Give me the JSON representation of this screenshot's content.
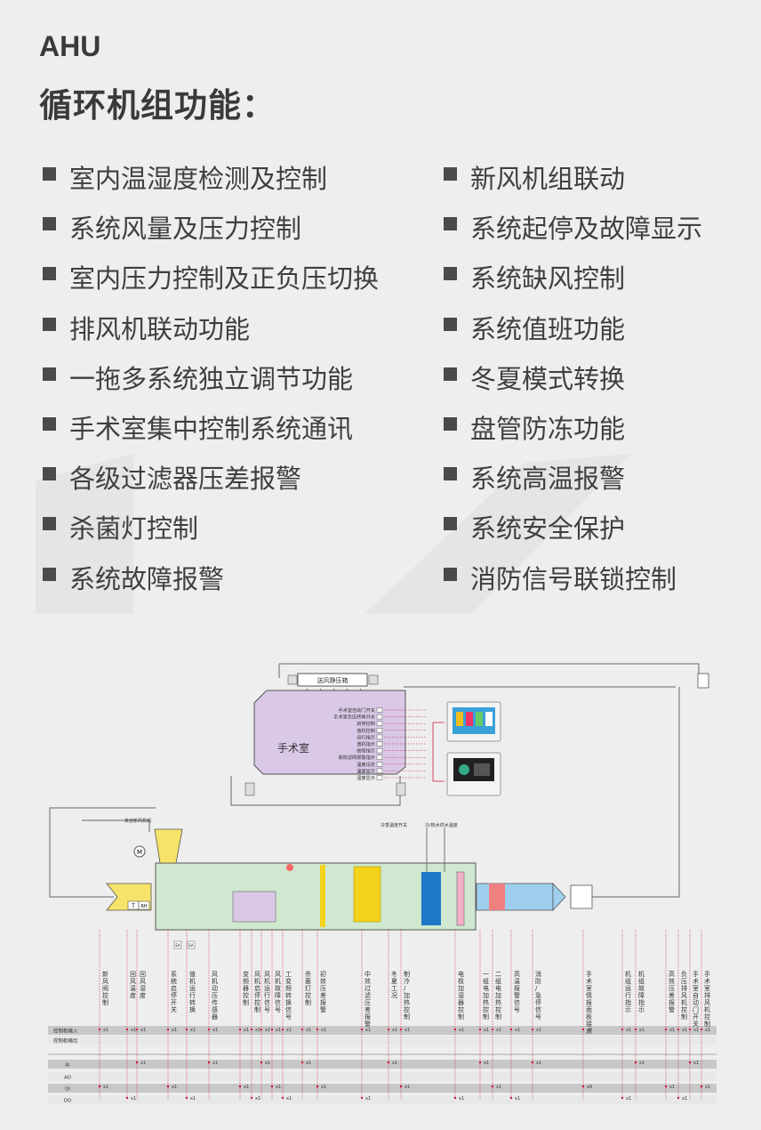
{
  "header": {
    "title_en": "AHU",
    "title_cn": "循环机组功能："
  },
  "features_left": [
    "室内温湿度检测及控制",
    "系统风量及压力控制",
    "室内压力控制及正负压切换",
    "排风机联动功能",
    "一拖多系统独立调节功能",
    "手术室集中控制系统通讯",
    "各级过滤器压差报警",
    "杀菌灯控制",
    "系统故障报警"
  ],
  "features_right": [
    "新风机组联动",
    "系统起停及故障显示",
    "系统缺风控制",
    "系统值班功能",
    "冬夏模式转换",
    "盘管防冻功能",
    "系统高温报警",
    "系统安全保护",
    "消防信号联锁控制"
  ],
  "diagram": {
    "plenum_label": "送风静压箱",
    "room_label": "手术室",
    "room_panel_items": [
      "手术室自动门开关",
      "手术室负压转换开关",
      "启停控制",
      "值机控制",
      "运行指示",
      "值机指示",
      "故障指示",
      "高效滤网报警指示",
      "温度设定",
      "温度显示",
      "湿度显示"
    ],
    "fresh_air_label": "来自新风机组",
    "valve_label_1": "冷季温度开关",
    "valve_label_2": "冷/热水供水温度",
    "sensor_tags": [
      "M",
      "T",
      "RH",
      "EA",
      "EA"
    ],
    "columns": [
      "新风阀控制",
      "回风温度",
      "回风湿度",
      "系统启停开关",
      "值机运行转换",
      "风机动压传感器",
      "变频器控制",
      "风机启停控制",
      "风机运行信号",
      "风机故障信号",
      "工变频转换信号",
      "杀菌灯控制",
      "初效压差报警",
      "中效过滤压差报警",
      "冬夏工况",
      "制冷/加热控制",
      "电极加湿器控制",
      "一组电加热控制",
      "二组电加热控制",
      "高温报警信号",
      "消防/急停信号",
      "手术室情报面板接点",
      "机组运行指示",
      "机组故障指示",
      "高效压差报警",
      "负压排风机控制",
      "手术室自动门开关",
      "手术室排风机控制"
    ],
    "row_labels": [
      "控制柜输入",
      "控制柜输出",
      "AI",
      "AO",
      "DI",
      "DO"
    ],
    "count_labels": [
      "x1",
      "x2",
      "x6"
    ]
  },
  "colors": {
    "accent_red": "#d01a3c",
    "ahu_green": "#cfe8cf",
    "room_purple": "#d9c8e6",
    "filter_yellow": "#f2d21a",
    "coil_blue": "#1f78c8"
  }
}
